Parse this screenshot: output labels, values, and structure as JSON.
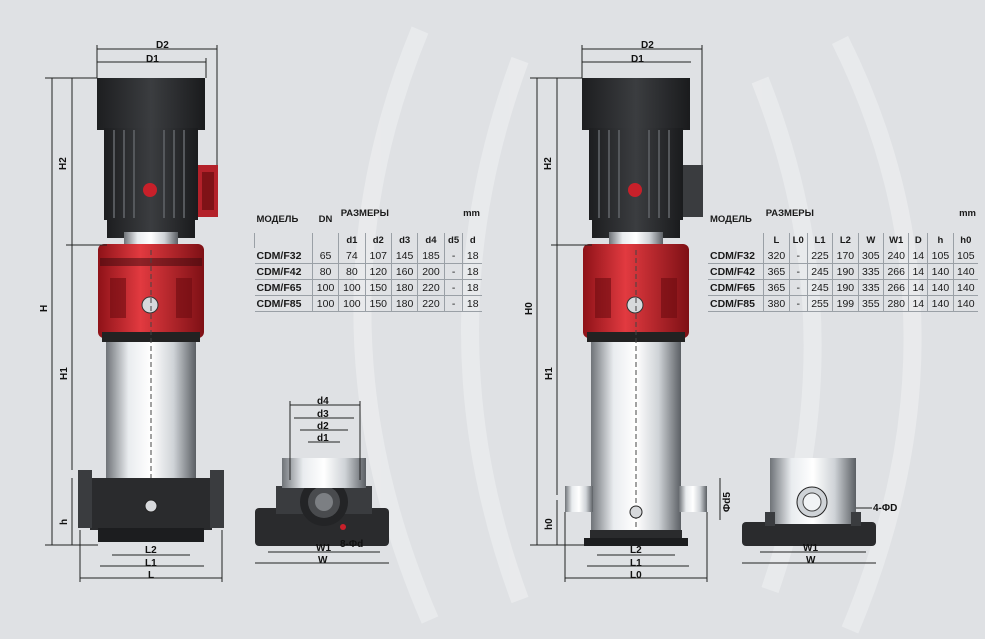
{
  "left_diagram": {
    "labels": {
      "d2": "D2",
      "d1": "D1",
      "h2": "H2",
      "h": "H",
      "h1": "H1",
      "hs": "h",
      "l2": "L2",
      "l1": "L1",
      "l": "L"
    }
  },
  "left_base_view": {
    "labels": {
      "d4": "d4",
      "d3": "d3",
      "d2": "d2",
      "d1": "d1",
      "w1": "W1",
      "w": "W",
      "holes": "8-Φd"
    }
  },
  "right_diagram": {
    "labels": {
      "d2": "D2",
      "d1": "D1",
      "h2": "H2",
      "h0": "H0",
      "h1": "H1",
      "hs0": "h0",
      "l2": "L2",
      "l1": "L1",
      "l0": "L0"
    }
  },
  "right_base_view": {
    "labels": {
      "d5": "Φd5",
      "holes": "4-ΦD",
      "w1": "W1",
      "w": "W"
    }
  },
  "table_left": {
    "model_header": "МОДЕЛЬ",
    "dn_header": "DN",
    "dims_header": "РАЗМЕРЫ",
    "unit": "mm",
    "columns": [
      "d1",
      "d2",
      "d3",
      "d4",
      "d5",
      "d"
    ],
    "rows": [
      {
        "model": "CDM/F32",
        "dn": "65",
        "d1": "74",
        "d2": "107",
        "d3": "145",
        "d4": "185",
        "d5": "-",
        "d": "18"
      },
      {
        "model": "CDM/F42",
        "dn": "80",
        "d1": "80",
        "d2": "120",
        "d3": "160",
        "d4": "200",
        "d5": "-",
        "d": "18"
      },
      {
        "model": "CDM/F65",
        "dn": "100",
        "d1": "100",
        "d2": "150",
        "d3": "180",
        "d4": "220",
        "d5": "-",
        "d": "18"
      },
      {
        "model": "CDM/F85",
        "dn": "100",
        "d1": "100",
        "d2": "150",
        "d3": "180",
        "d4": "220",
        "d5": "-",
        "d": "18"
      }
    ]
  },
  "table_right": {
    "model_header": "МОДЕЛЬ",
    "dims_header": "РАЗМЕРЫ",
    "unit": "mm",
    "columns": [
      "L",
      "L0",
      "L1",
      "L2",
      "W",
      "W1",
      "D",
      "h",
      "h0"
    ],
    "rows": [
      {
        "model": "CDM/F32",
        "L": "320",
        "L0": "-",
        "L1": "225",
        "L2": "170",
        "W": "305",
        "W1": "240",
        "D": "14",
        "h": "105",
        "h0": "105"
      },
      {
        "model": "CDM/F42",
        "L": "365",
        "L0": "-",
        "L1": "245",
        "L2": "190",
        "W": "335",
        "W1": "266",
        "D": "14",
        "h": "140",
        "h0": "140"
      },
      {
        "model": "CDM/F65",
        "L": "365",
        "L0": "-",
        "L1": "245",
        "L2": "190",
        "W": "335",
        "W1": "266",
        "D": "14",
        "h": "140",
        "h0": "140"
      },
      {
        "model": "CDM/F85",
        "L": "380",
        "L0": "-",
        "L1": "255",
        "L2": "199",
        "W": "355",
        "W1": "280",
        "D": "14",
        "h": "140",
        "h0": "140"
      }
    ]
  },
  "colors": {
    "background": "#dfe1e4",
    "motor": "#2a2b2d",
    "pump_red": "#c8202a",
    "steel": "#b9bdc2",
    "line": "#222222"
  }
}
